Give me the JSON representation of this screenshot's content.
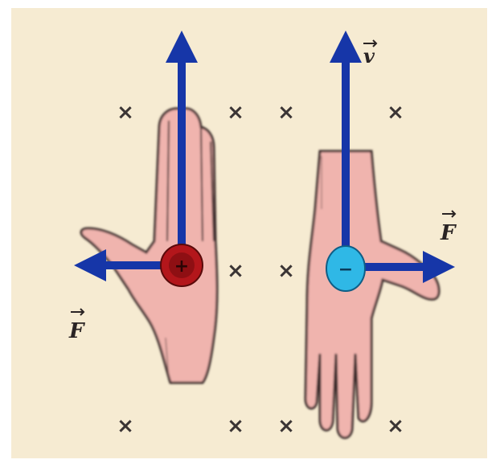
{
  "colors": {
    "background": "#f6ebd2",
    "skin": "#f0b4ae",
    "skin_outline": "#3a2a2a",
    "arrow": "#1636a8",
    "positive_charge": "#b3161b",
    "negative_charge": "#2fb8e6",
    "field_mark": "#3a3434"
  },
  "field_symbol": "×",
  "labels": {
    "velocity": "v",
    "force_left": "F",
    "force_right": "F"
  },
  "charges": {
    "positive": "+",
    "negative": "−"
  },
  "icons": [
    "left-hand-icon",
    "right-hand-icon",
    "arrow-up-icon",
    "arrow-left-icon",
    "arrow-right-icon"
  ]
}
